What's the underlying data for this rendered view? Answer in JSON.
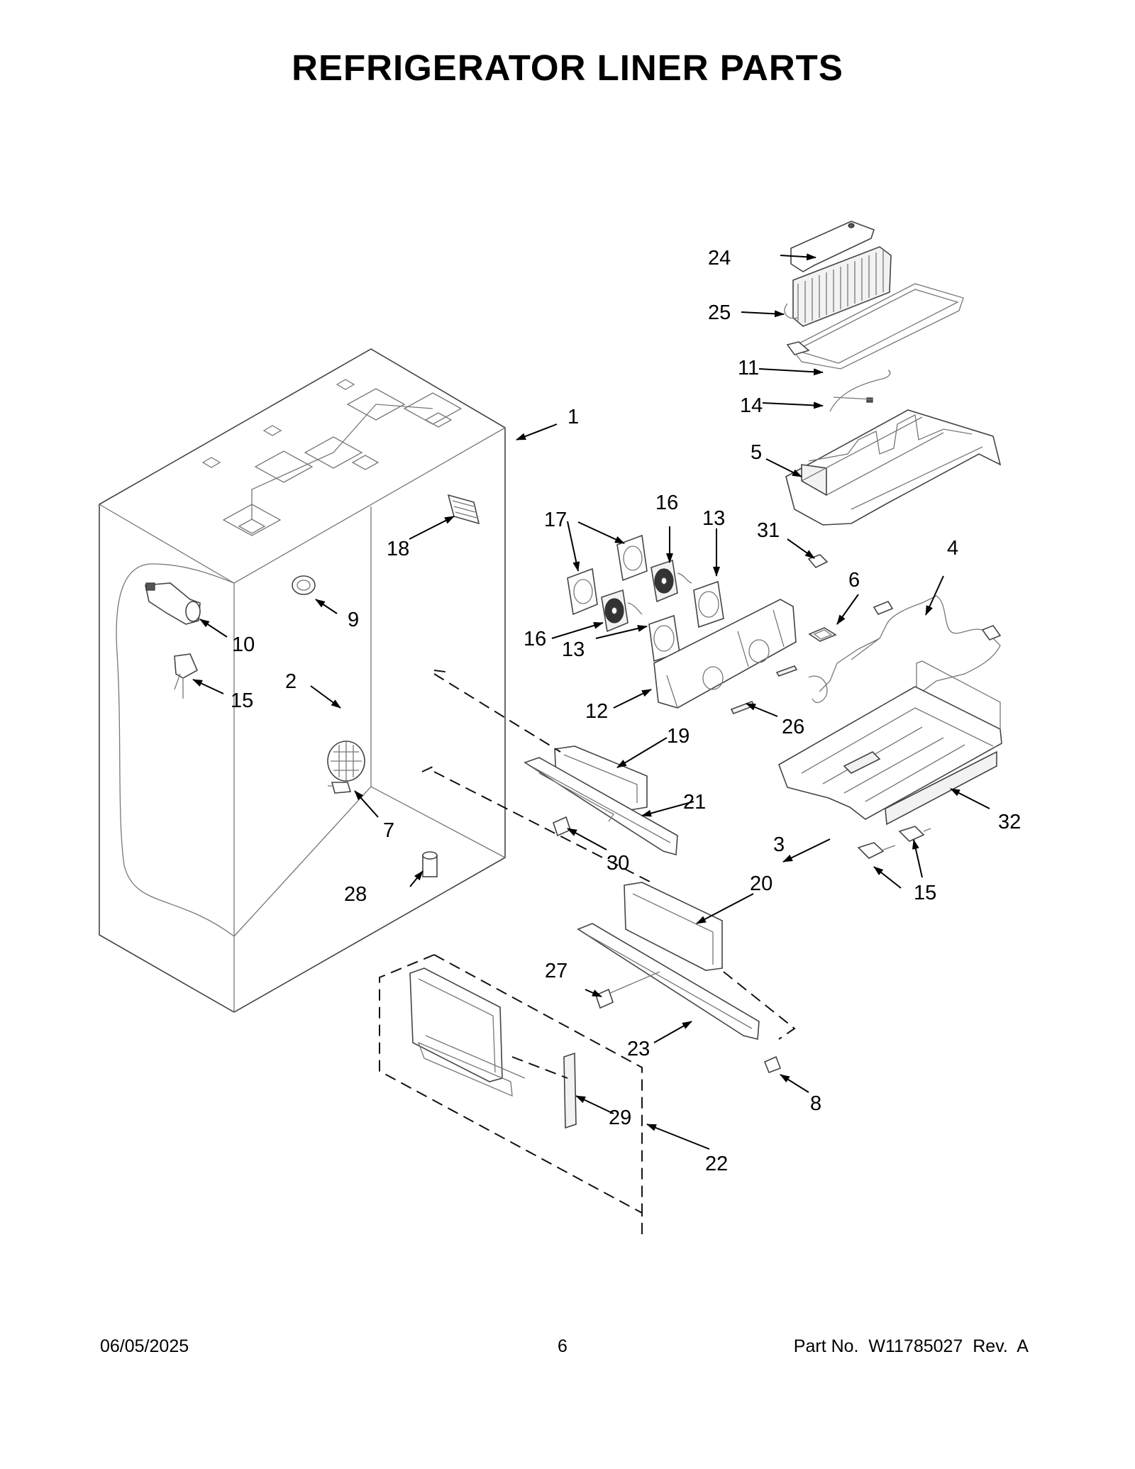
{
  "title": "REFRIGERATOR LINER PARTS",
  "footer": {
    "date": "06/05/2025",
    "page": "6",
    "part_number": "Part No.  W11785027  Rev.  A"
  },
  "callouts": {
    "c1": "1",
    "c2": "2",
    "c3": "3",
    "c4": "4",
    "c5": "5",
    "c6": "6",
    "c7": "7",
    "c8": "8",
    "c9": "9",
    "c10": "10",
    "c11": "11",
    "c12": "12",
    "c13a": "13",
    "c13b": "13",
    "c14": "14",
    "c15a": "15",
    "c15b": "15",
    "c16a": "16",
    "c16b": "16",
    "c17": "17",
    "c18": "18",
    "c19": "19",
    "c20": "20",
    "c21": "21",
    "c22": "22",
    "c23": "23",
    "c24": "24",
    "c25": "25",
    "c26": "26",
    "c27": "27",
    "c28": "28",
    "c29": "29",
    "c30": "30",
    "c31": "31",
    "c32": "32"
  }
}
